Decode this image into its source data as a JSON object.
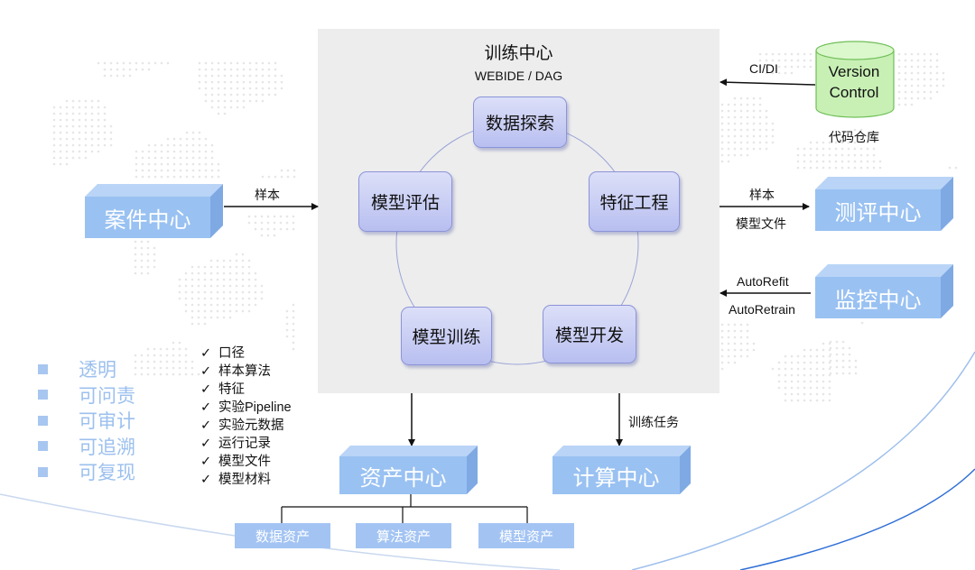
{
  "training_center": {
    "title": "训练中心",
    "subtitle": "WEBIDE / DAG",
    "steps": [
      "数据探索",
      "特征工程",
      "模型开发",
      "模型训练",
      "模型评估"
    ]
  },
  "version_control": {
    "line1": "Version",
    "line2": "Control",
    "caption": "代码仓库",
    "edge_label": "CI/DI"
  },
  "case_center": {
    "label": "案件中心",
    "edge_label": "样本"
  },
  "eval_center": {
    "label": "测评中心",
    "edge_label_top": "样本",
    "edge_label_bottom": "模型文件"
  },
  "monitor_center": {
    "label": "监控中心",
    "edge_label_top": "AutoRefit",
    "edge_label_bottom": "AutoRetrain"
  },
  "asset_center": {
    "label": "资产中心",
    "children": [
      "数据资产",
      "算法资产",
      "模型资产"
    ]
  },
  "compute_center": {
    "label": "计算中心",
    "edge_label": "训练任务"
  },
  "checklist": {
    "mark": "✓",
    "items": [
      "口径",
      "样本算法",
      "特征",
      "实验Pipeline",
      "实验元数据",
      "运行记录",
      "模型文件",
      "模型材料"
    ]
  },
  "features": [
    "透明",
    "可问责",
    "可审计",
    "可追溯",
    "可复现"
  ],
  "colors": {
    "box_blue": "#99c1f2",
    "node_fill": "#c8ccf4",
    "panel_gray": "#ededed",
    "cylinder_green": "#c8f0b5"
  }
}
